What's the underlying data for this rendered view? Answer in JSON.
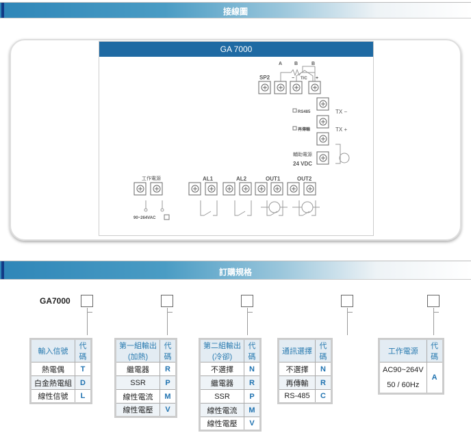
{
  "wiring_section": {
    "title": "接線圖"
  },
  "diagram": {
    "model": "GA 7000",
    "top_labels": [
      "A",
      "B",
      "B"
    ],
    "sp2": "SP2",
    "tc": "T/C",
    "minus": "−",
    "plus": "+",
    "rs485": "RS485",
    "retrans": "再傳輸",
    "tx_minus": "TX −",
    "tx_plus": "TX +",
    "aux_power": "輔助電源",
    "aux_voltage": "24 VDC",
    "power": "工作電源",
    "power_range": "90~264VAC",
    "outputs": [
      "AL1",
      "AL2",
      "OUT1",
      "OUT2"
    ]
  },
  "order_section": {
    "title": "訂購規格"
  },
  "order": {
    "model": "GA7000",
    "code_header": "代碼",
    "tables": [
      {
        "header": "輸入信號",
        "rows": [
          [
            "熱電偶",
            "T"
          ],
          [
            "白金熱電組",
            "D"
          ],
          [
            "線性信號",
            "L"
          ]
        ]
      },
      {
        "header": "第一組輸出",
        "header2": "(加熱)",
        "rows": [
          [
            "繼電器",
            "R"
          ],
          [
            "SSR",
            "P"
          ],
          [
            "線性電流",
            "M"
          ],
          [
            "線性電壓",
            "V"
          ]
        ]
      },
      {
        "header": "第二組輸出",
        "header2": "(冷卻)",
        "rows": [
          [
            "不選擇",
            "N"
          ],
          [
            "繼電器",
            "R"
          ],
          [
            "SSR",
            "P"
          ],
          [
            "線性電流",
            "M"
          ],
          [
            "線性電壓",
            "V"
          ]
        ]
      },
      {
        "header": "通訊選擇",
        "rows": [
          [
            "不選擇",
            "N"
          ],
          [
            "再傳輸",
            "R"
          ],
          [
            "RS-485",
            "C"
          ]
        ]
      },
      {
        "header": "工作電源",
        "rows": [
          [
            "AC90~264V",
            "A"
          ]
        ],
        "row_line2": "50 / 60Hz"
      }
    ]
  }
}
